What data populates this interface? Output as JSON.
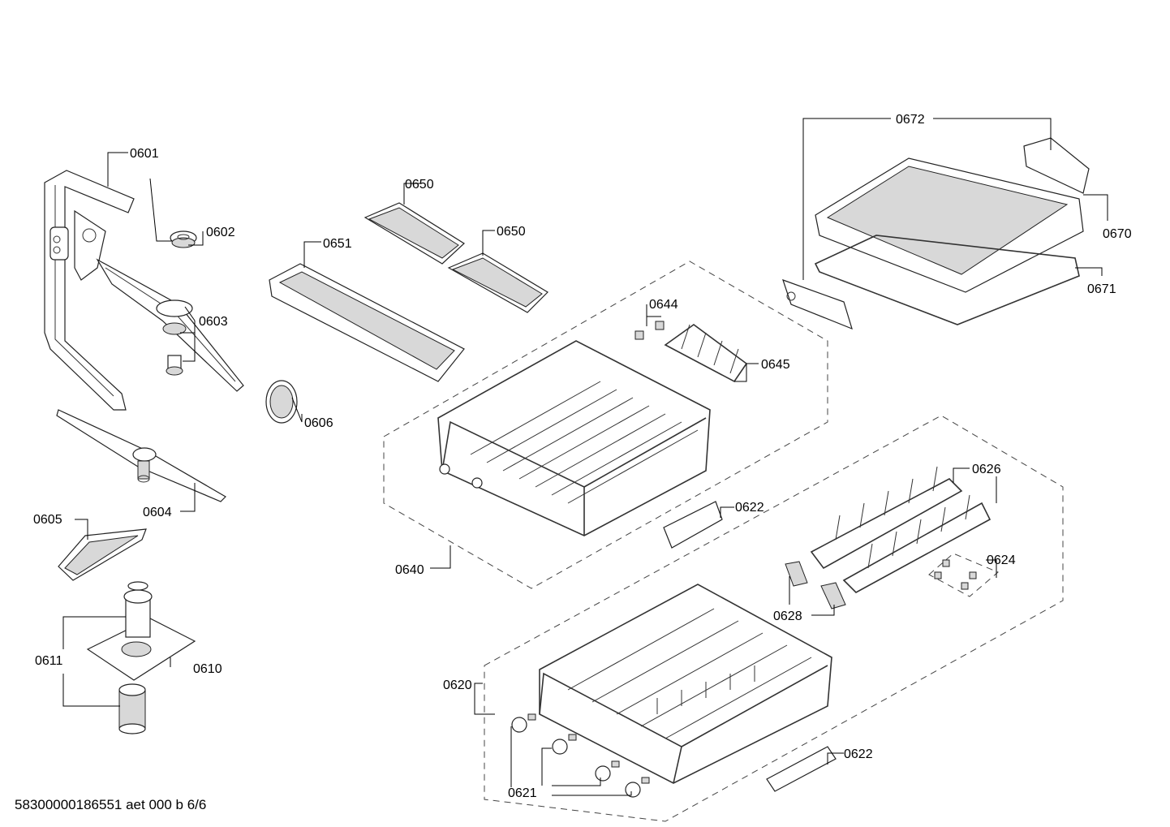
{
  "diagram": {
    "document_code": "58300000186551 aet 000 b 6/6",
    "parts": {
      "p0601": "0601",
      "p0602": "0602",
      "p0603": "0603",
      "p0604": "0604",
      "p0605": "0605",
      "p0606": "0606",
      "p0610": "0610",
      "p0611": "0611",
      "p0620": "0620",
      "p0621": "0621",
      "p0622a": "0622",
      "p0622b": "0622",
      "p0624": "0624",
      "p0626": "0626",
      "p0628": "0628",
      "p0640": "0640",
      "p0644": "0644",
      "p0645": "0645",
      "p0650a": "0650",
      "p0650b": "0650",
      "p0651": "0651",
      "p0670": "0670",
      "p0671": "0671",
      "p0672": "0672"
    }
  }
}
